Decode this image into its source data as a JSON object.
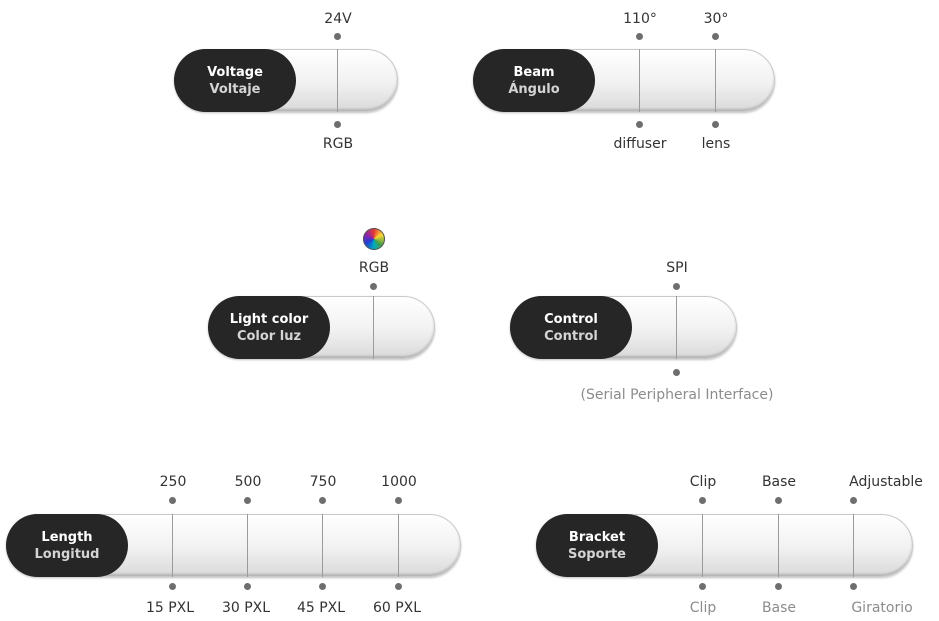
{
  "voltage": {
    "title_en": "Voltage",
    "title_es": "Voltaje",
    "top": [
      "24V"
    ],
    "bottom": [
      "RGB"
    ]
  },
  "beam": {
    "title_en": "Beam",
    "title_es": "Ángulo",
    "top": [
      "110°",
      "30°"
    ],
    "bottom": [
      "diffuser",
      "lens"
    ]
  },
  "light_color": {
    "title_en": "Light color",
    "title_es": "Color luz",
    "top": [
      "RGB"
    ],
    "icon": "rgb-color-wheel-icon"
  },
  "control": {
    "title_en": "Control",
    "title_es": "Control",
    "top": [
      "SPI"
    ],
    "bottom": [
      "(Serial Peripheral Interface)"
    ]
  },
  "length": {
    "title_en": "Length",
    "title_es": "Longitud",
    "top": [
      "250",
      "500",
      "750",
      "1000"
    ],
    "bottom": [
      "15 PXL",
      "30 PXL",
      "45 PXL",
      "60 PXL"
    ]
  },
  "bracket": {
    "title_en": "Bracket",
    "title_es": "Soporte",
    "top": [
      "Clip",
      "Base",
      "Adjustable"
    ],
    "bottom": [
      "Clip",
      "Base",
      "Giratorio"
    ]
  },
  "colors": {
    "pill": "#262626",
    "dot": "#6e6e6e",
    "text": "#333333",
    "grey_text": "#8c8c8c"
  }
}
